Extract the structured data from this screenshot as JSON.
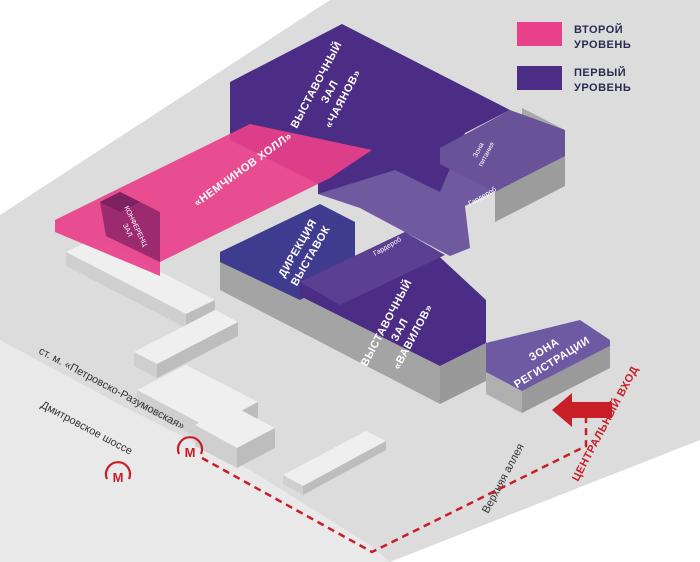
{
  "colors": {
    "background": "#ffffff",
    "ground": "#dcdcdc",
    "second_level": "#e8408a",
    "first_level": "#4b2d85",
    "first_level_light": "#6f5aa0",
    "entrance": "#c81e28",
    "side_gray": "#b9b9b9"
  },
  "legend": {
    "second_level": {
      "line1": "ВТОРОЙ",
      "line2": "УРОВЕНЬ"
    },
    "first_level": {
      "line1": "ПЕРВЫЙ",
      "line2": "УРОВЕНЬ"
    }
  },
  "halls": {
    "chayanov": {
      "line1": "ВЫСТАВОЧНЫЙ",
      "line2": "ЗАЛ",
      "line3": "«ЧАЯНОВ»"
    },
    "nemchinov": {
      "label": "«НЕМЧИНОВ ХОЛЛ»"
    },
    "conference": {
      "line1": "КОНФЕРЕНЦ",
      "line2": "ЗАЛ"
    },
    "directorate": {
      "line1": "ДИРЕКЦИЯ",
      "line2": "ВЫСТАВОК"
    },
    "vavilov": {
      "line1": "ВЫСТАВОЧНЫЙ",
      "line2": "ЗАЛ",
      "line3": "«ВАВИЛОВ»"
    },
    "registration": {
      "line1": "ЗОНА",
      "line2": "РЕГИСТРАЦИИ"
    },
    "food_zone": {
      "line1": "Зона",
      "line2": "питания"
    },
    "cloakroom_1": "Гардероб",
    "cloakroom_2": "Гардероб"
  },
  "streets": {
    "metro_station": "ст. м. «Петровско-Разумовская»",
    "dmitrovskoe": "Дмитровское шоссе",
    "upper_alley": "Верхняя аллея"
  },
  "entrance": {
    "label": "ЦЕНТРАЛЬНЫЙ ВХОД"
  },
  "icons": {
    "metro": "metro-icon",
    "arrow": "entrance-arrow-icon"
  }
}
